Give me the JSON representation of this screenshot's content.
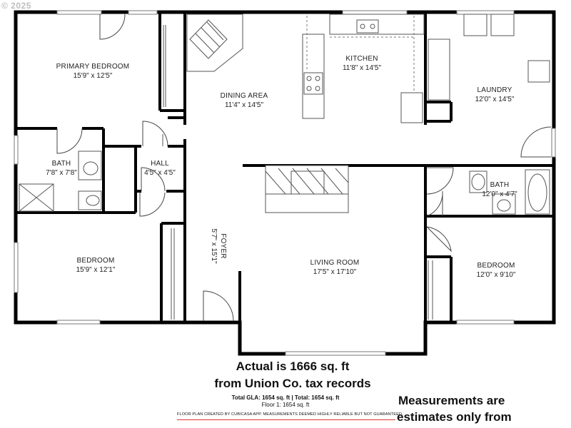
{
  "copyright": "© 2025",
  "rooms": [
    {
      "id": "primary-bedroom",
      "name": "PRIMARY BEDROOM",
      "dims": "15'9\" x 12'5\""
    },
    {
      "id": "dining-area",
      "name": "DINING AREA",
      "dims": "11'4\" x 14'5\""
    },
    {
      "id": "kitchen",
      "name": "KITCHEN",
      "dims": "11'8\" x 14'5\""
    },
    {
      "id": "laundry",
      "name": "LAUNDRY",
      "dims": "12'0\" x 14'5\""
    },
    {
      "id": "bath-left",
      "name": "BATH",
      "dims": "7'8\" x 7'8\""
    },
    {
      "id": "hall",
      "name": "HALL",
      "dims": "4'5\" x 4'5\""
    },
    {
      "id": "bath-right",
      "name": "BATH",
      "dims": "12'0\" x 4'7\""
    },
    {
      "id": "foyer",
      "name": "FOYER",
      "dims": "5'7\" x 15'1\""
    },
    {
      "id": "bedroom-left",
      "name": "BEDROOM",
      "dims": "15'9\" x 12'1\""
    },
    {
      "id": "living-room",
      "name": "LIVING ROOM",
      "dims": "17'5\" x 17'10\""
    },
    {
      "id": "bedroom-right",
      "name": "BEDROOM",
      "dims": "12'0\" x 9'10\""
    }
  ],
  "notes": {
    "actual_line1": "Actual is 1666 sq. ft",
    "actual_line2": "from Union Co. tax records",
    "gla": "Total GLA: 1654 sq. ft | Total: 1654 sq. ft",
    "floor": "Floor 1: 1654 sq. ft",
    "disclaimer": "FLOOR PLAN CREATED BY CUBICASA APP. MEASUREMENTS DEEMED HIGHLY RELIABLE BUT NOT GUARANTEED.",
    "estimates_line1": "Measurements are",
    "estimates_line2": "estimates only from"
  },
  "colors": {
    "wall": "#000000",
    "fixture": "#555555",
    "disclaimer_underline": "#dd3333"
  }
}
